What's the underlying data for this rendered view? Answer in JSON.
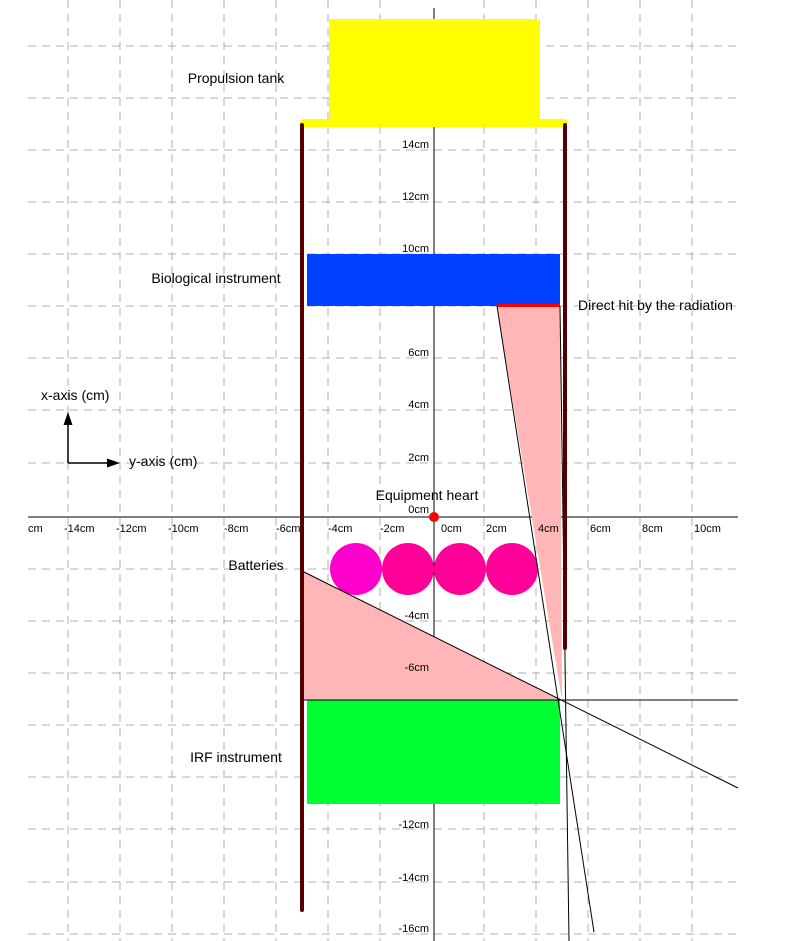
{
  "labels": {
    "propulsion_tank": "Propulsion tank",
    "biological_instrument": "Biological instrument",
    "direct_hit": "Direct hit by the radiation",
    "x_axis": "x-axis (cm)",
    "y_axis": "y-axis (cm)",
    "equipment_heart": "Equipment heart",
    "batteries": "Batteries",
    "irf_instrument": "IRF instrument"
  },
  "x_ticks": [
    "cm",
    "-14cm",
    "-12cm",
    "-10cm",
    "-8cm",
    "-6cm",
    "-4cm",
    "-2cm",
    "0cm",
    "2cm",
    "4cm",
    "6cm",
    "8cm",
    "10cm"
  ],
  "y_ticks": [
    "14cm",
    "12cm",
    "10cm",
    "6cm",
    "4cm",
    "2cm",
    "0cm",
    "-4cm",
    "-6cm",
    "-12cm",
    "-14cm",
    "-16cm"
  ],
  "colors": {
    "propulsion_tank": "#ffff00",
    "biological_instrument": "#0040ff",
    "irf_instrument": "#00ff33",
    "battery_1": "#ff00cc",
    "battery_2": "#ff0099",
    "radiation_zone": "#ffb6b6",
    "hit_line": "#ff0000",
    "wall": "#550000",
    "heart": "#ff0000"
  }
}
